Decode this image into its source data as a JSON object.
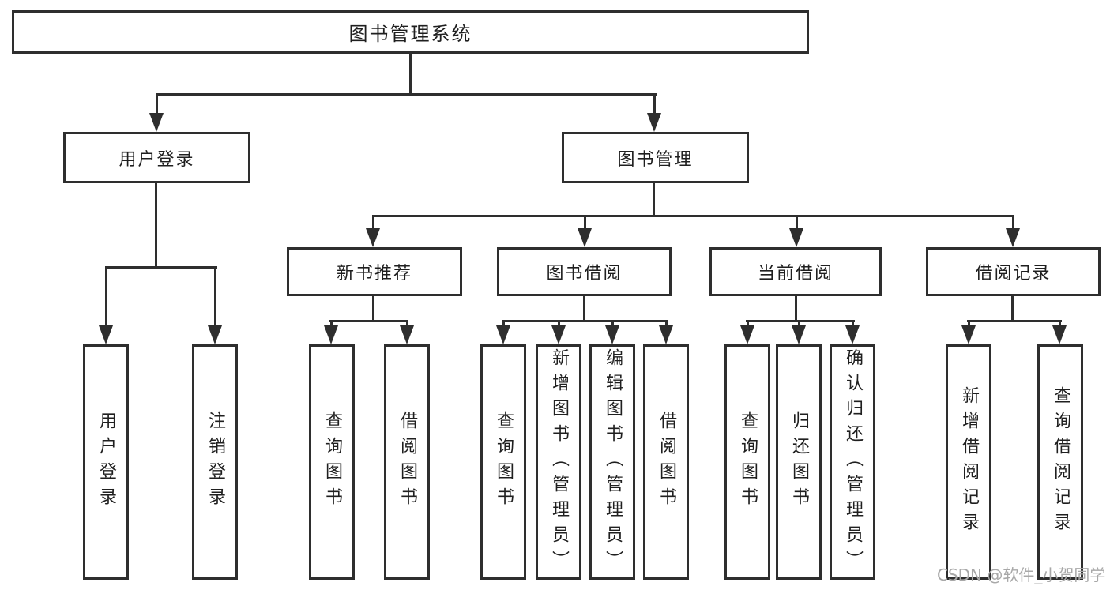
{
  "tree": {
    "root": {
      "label": "图书管理系统"
    },
    "branches": [
      {
        "label": "用户登录",
        "children": [
          {
            "label": "用户登录"
          },
          {
            "label": "注销登录"
          }
        ]
      },
      {
        "label": "图书管理",
        "children": [
          {
            "label": "新书推荐",
            "children": [
              {
                "label": "查询图书"
              },
              {
                "label": "借阅图书"
              }
            ]
          },
          {
            "label": "图书借阅",
            "children": [
              {
                "label": "查询图书"
              },
              {
                "label": "新增图书（管理员）"
              },
              {
                "label": "编辑图书（管理员）"
              },
              {
                "label": "借阅图书"
              }
            ]
          },
          {
            "label": "当前借阅",
            "children": [
              {
                "label": "查询图书"
              },
              {
                "label": "归还图书"
              },
              {
                "label": "确认归还（管理员）"
              }
            ]
          },
          {
            "label": "借阅记录",
            "children": [
              {
                "label": "新增借阅记录"
              },
              {
                "label": "查询借阅记录"
              }
            ]
          }
        ]
      }
    ]
  },
  "watermark": {
    "text": "CSDN @软件_小贺同学"
  },
  "colors": {
    "line": "#2e2e2e",
    "text": "#1f1f1f",
    "background": "#ffffff",
    "watermark": "#a8a8a8"
  }
}
